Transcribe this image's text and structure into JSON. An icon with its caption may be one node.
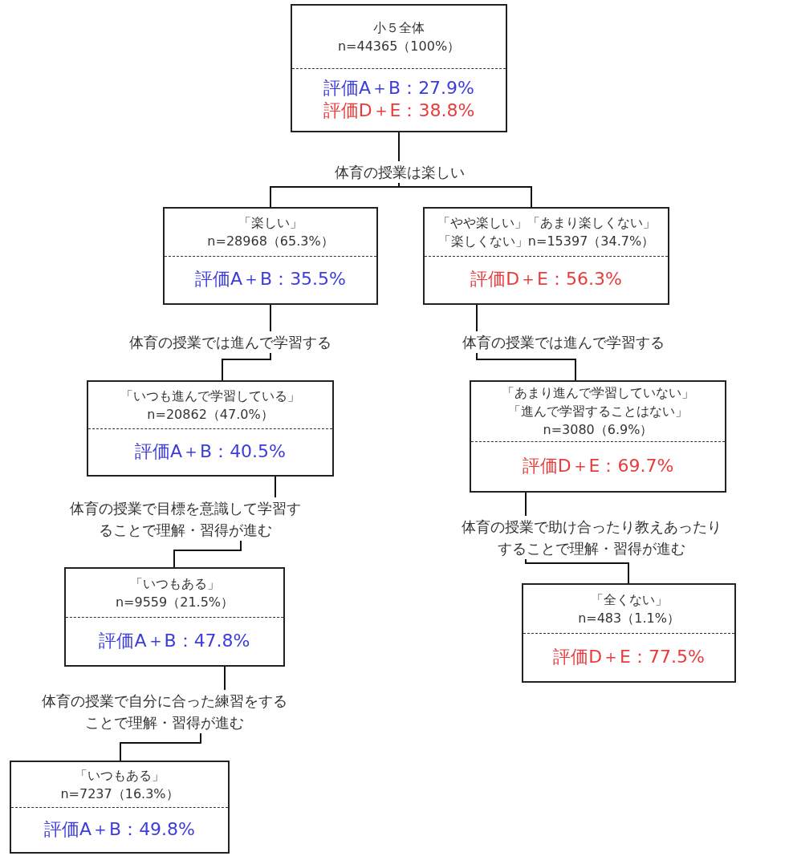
{
  "diagram": {
    "nodes": [
      {
        "text": [
          "小５全体",
          "n=44365（100%）",
          "評価A＋B：27.9%",
          "評価D＋E：38.8%"
        ]
      },
      {
        "text": [
          "体育の授業は楽しい"
        ]
      },
      {
        "text": [
          "「楽しい」",
          "n=28968（65.3%）",
          "評価A＋B：35.5%"
        ]
      },
      {
        "text": [
          "「やや楽しい」「あまり楽しくない」「楽しくない」n=15397（34.7%）",
          "評価D＋E：56.3%"
        ]
      },
      {
        "text": [
          "体育の授業では進んで学習する"
        ]
      },
      {
        "text": [
          "体育の授業では進んで学習する"
        ]
      },
      {
        "text": [
          "「いつも進んで学習している」",
          "n=20862（47.0%）",
          "評価A＋B：40.5%"
        ]
      },
      {
        "text": [
          "「あまり進んで学習していない」「進んで学習することはない」",
          "n=3080（6.9%）",
          "評価D＋E：69.7%"
        ]
      },
      {
        "text": [
          "体育の授業で目標を意識して学習することで理解・習得が進む"
        ]
      },
      {
        "text": [
          "体育の授業で助け合ったり教えあったりすることで理解・習得が進む"
        ]
      },
      {
        "text": [
          "「いつもある」",
          "n=9559（21.5%）",
          "評価A＋B：47.8%"
        ]
      },
      {
        "text": [
          "「全くない」",
          "n=483（1.1%）",
          "評価D＋E：77.5%"
        ]
      },
      {
        "text": [
          "体育の授業で自分に合った練習をすることで理解・習得が進む"
        ]
      },
      {
        "text": [
          "「いつもある」",
          "n=7237（16.3%）",
          "評価A＋B：49.8%"
        ]
      }
    ],
    "edges": [
      {
        "from": 0,
        "to": 1,
        "arrow": "none"
      },
      {
        "from": 1,
        "to": 2,
        "arrow": "none"
      },
      {
        "from": 1,
        "to": 3,
        "arrow": "none"
      },
      {
        "from": 2,
        "to": 4,
        "arrow": "none"
      },
      {
        "from": 3,
        "to": 5,
        "arrow": "none"
      },
      {
        "from": 4,
        "to": 6,
        "arrow": "none"
      },
      {
        "from": 5,
        "to": 7,
        "arrow": "none"
      },
      {
        "from": 6,
        "to": 8,
        "arrow": "none"
      },
      {
        "from": 7,
        "to": 9,
        "arrow": "none"
      },
      {
        "from": 8,
        "to": 10,
        "arrow": "none"
      },
      {
        "from": 9,
        "to": 11,
        "arrow": "none"
      },
      {
        "from": 10,
        "to": 12,
        "arrow": "none"
      },
      {
        "from": 12,
        "to": 13,
        "arrow": "none"
      }
    ]
  }
}
